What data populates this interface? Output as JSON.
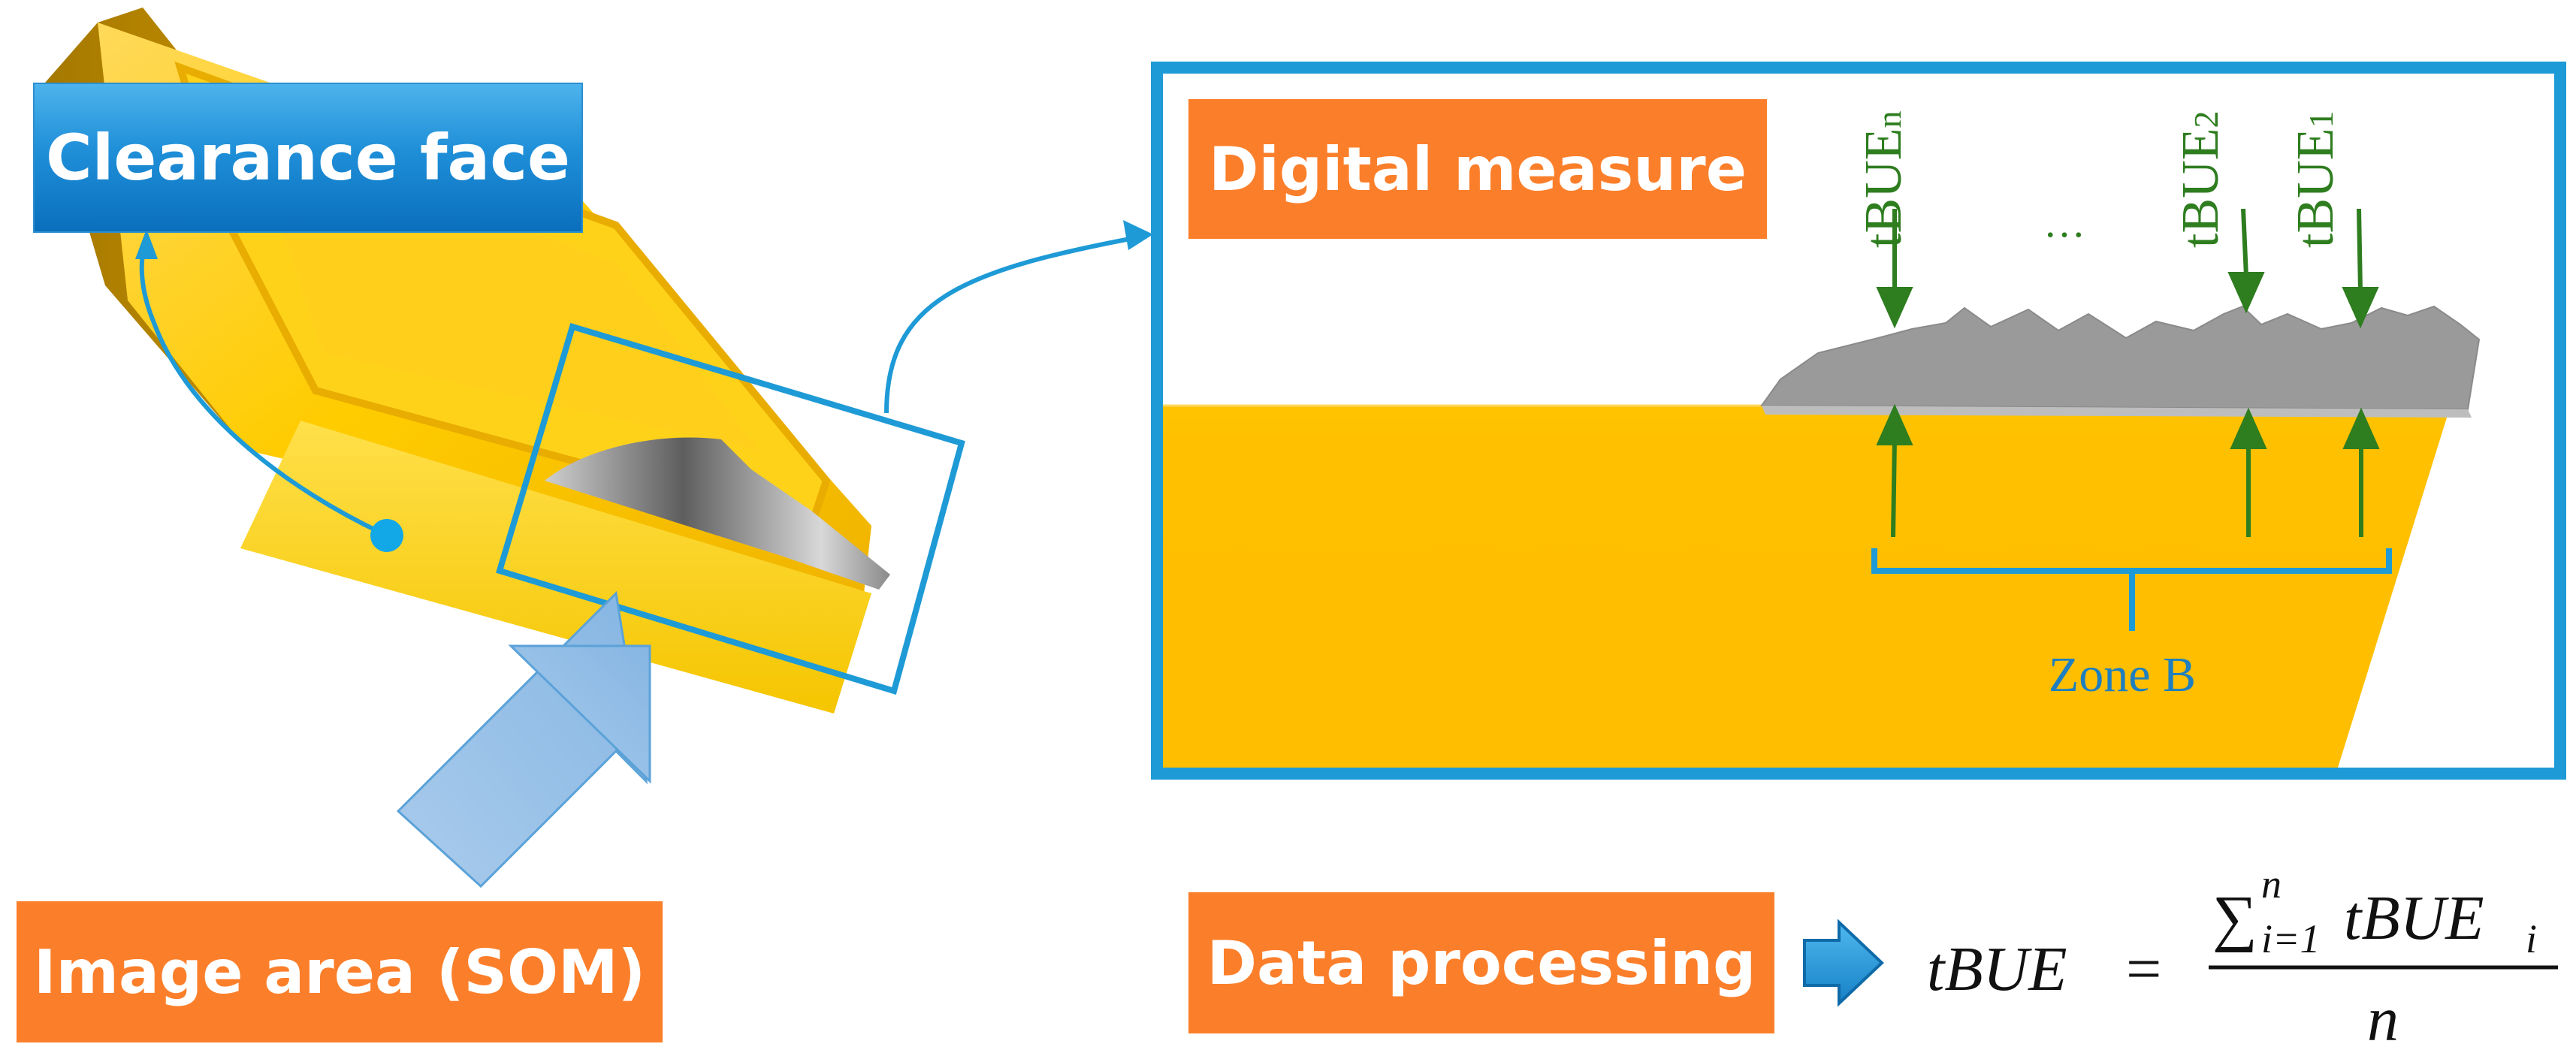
{
  "labels": {
    "clearance_face": "Clearance face",
    "digital_measure": "Digital measure",
    "image_area": "Image area (SOM)",
    "data_processing": "Data processing",
    "zone": "Zone B",
    "ellipsis": "…"
  },
  "measure_labels": {
    "n": {
      "base": "tBUE",
      "sub": "n"
    },
    "two": {
      "base": "tBUE",
      "sub": "2"
    },
    "one": {
      "base": "tBUE",
      "sub": "1"
    }
  },
  "formula": {
    "lhs": "tBUE",
    "equals": "=",
    "sum_symbol": "∑",
    "sum_lower": "i=1",
    "sum_upper": "n",
    "term": "tBUE",
    "term_sub": "i",
    "denominator": "n"
  },
  "colors": {
    "label_orange": "#fb7f2b",
    "label_blue": "#1f8fd8",
    "frame_blue": "#1e9ad6",
    "insert_yellow": "#ffd000",
    "insert_dark": "#b38300",
    "arrow_green": "#2e7d1f",
    "bue_grey": "#9a9a9a"
  }
}
